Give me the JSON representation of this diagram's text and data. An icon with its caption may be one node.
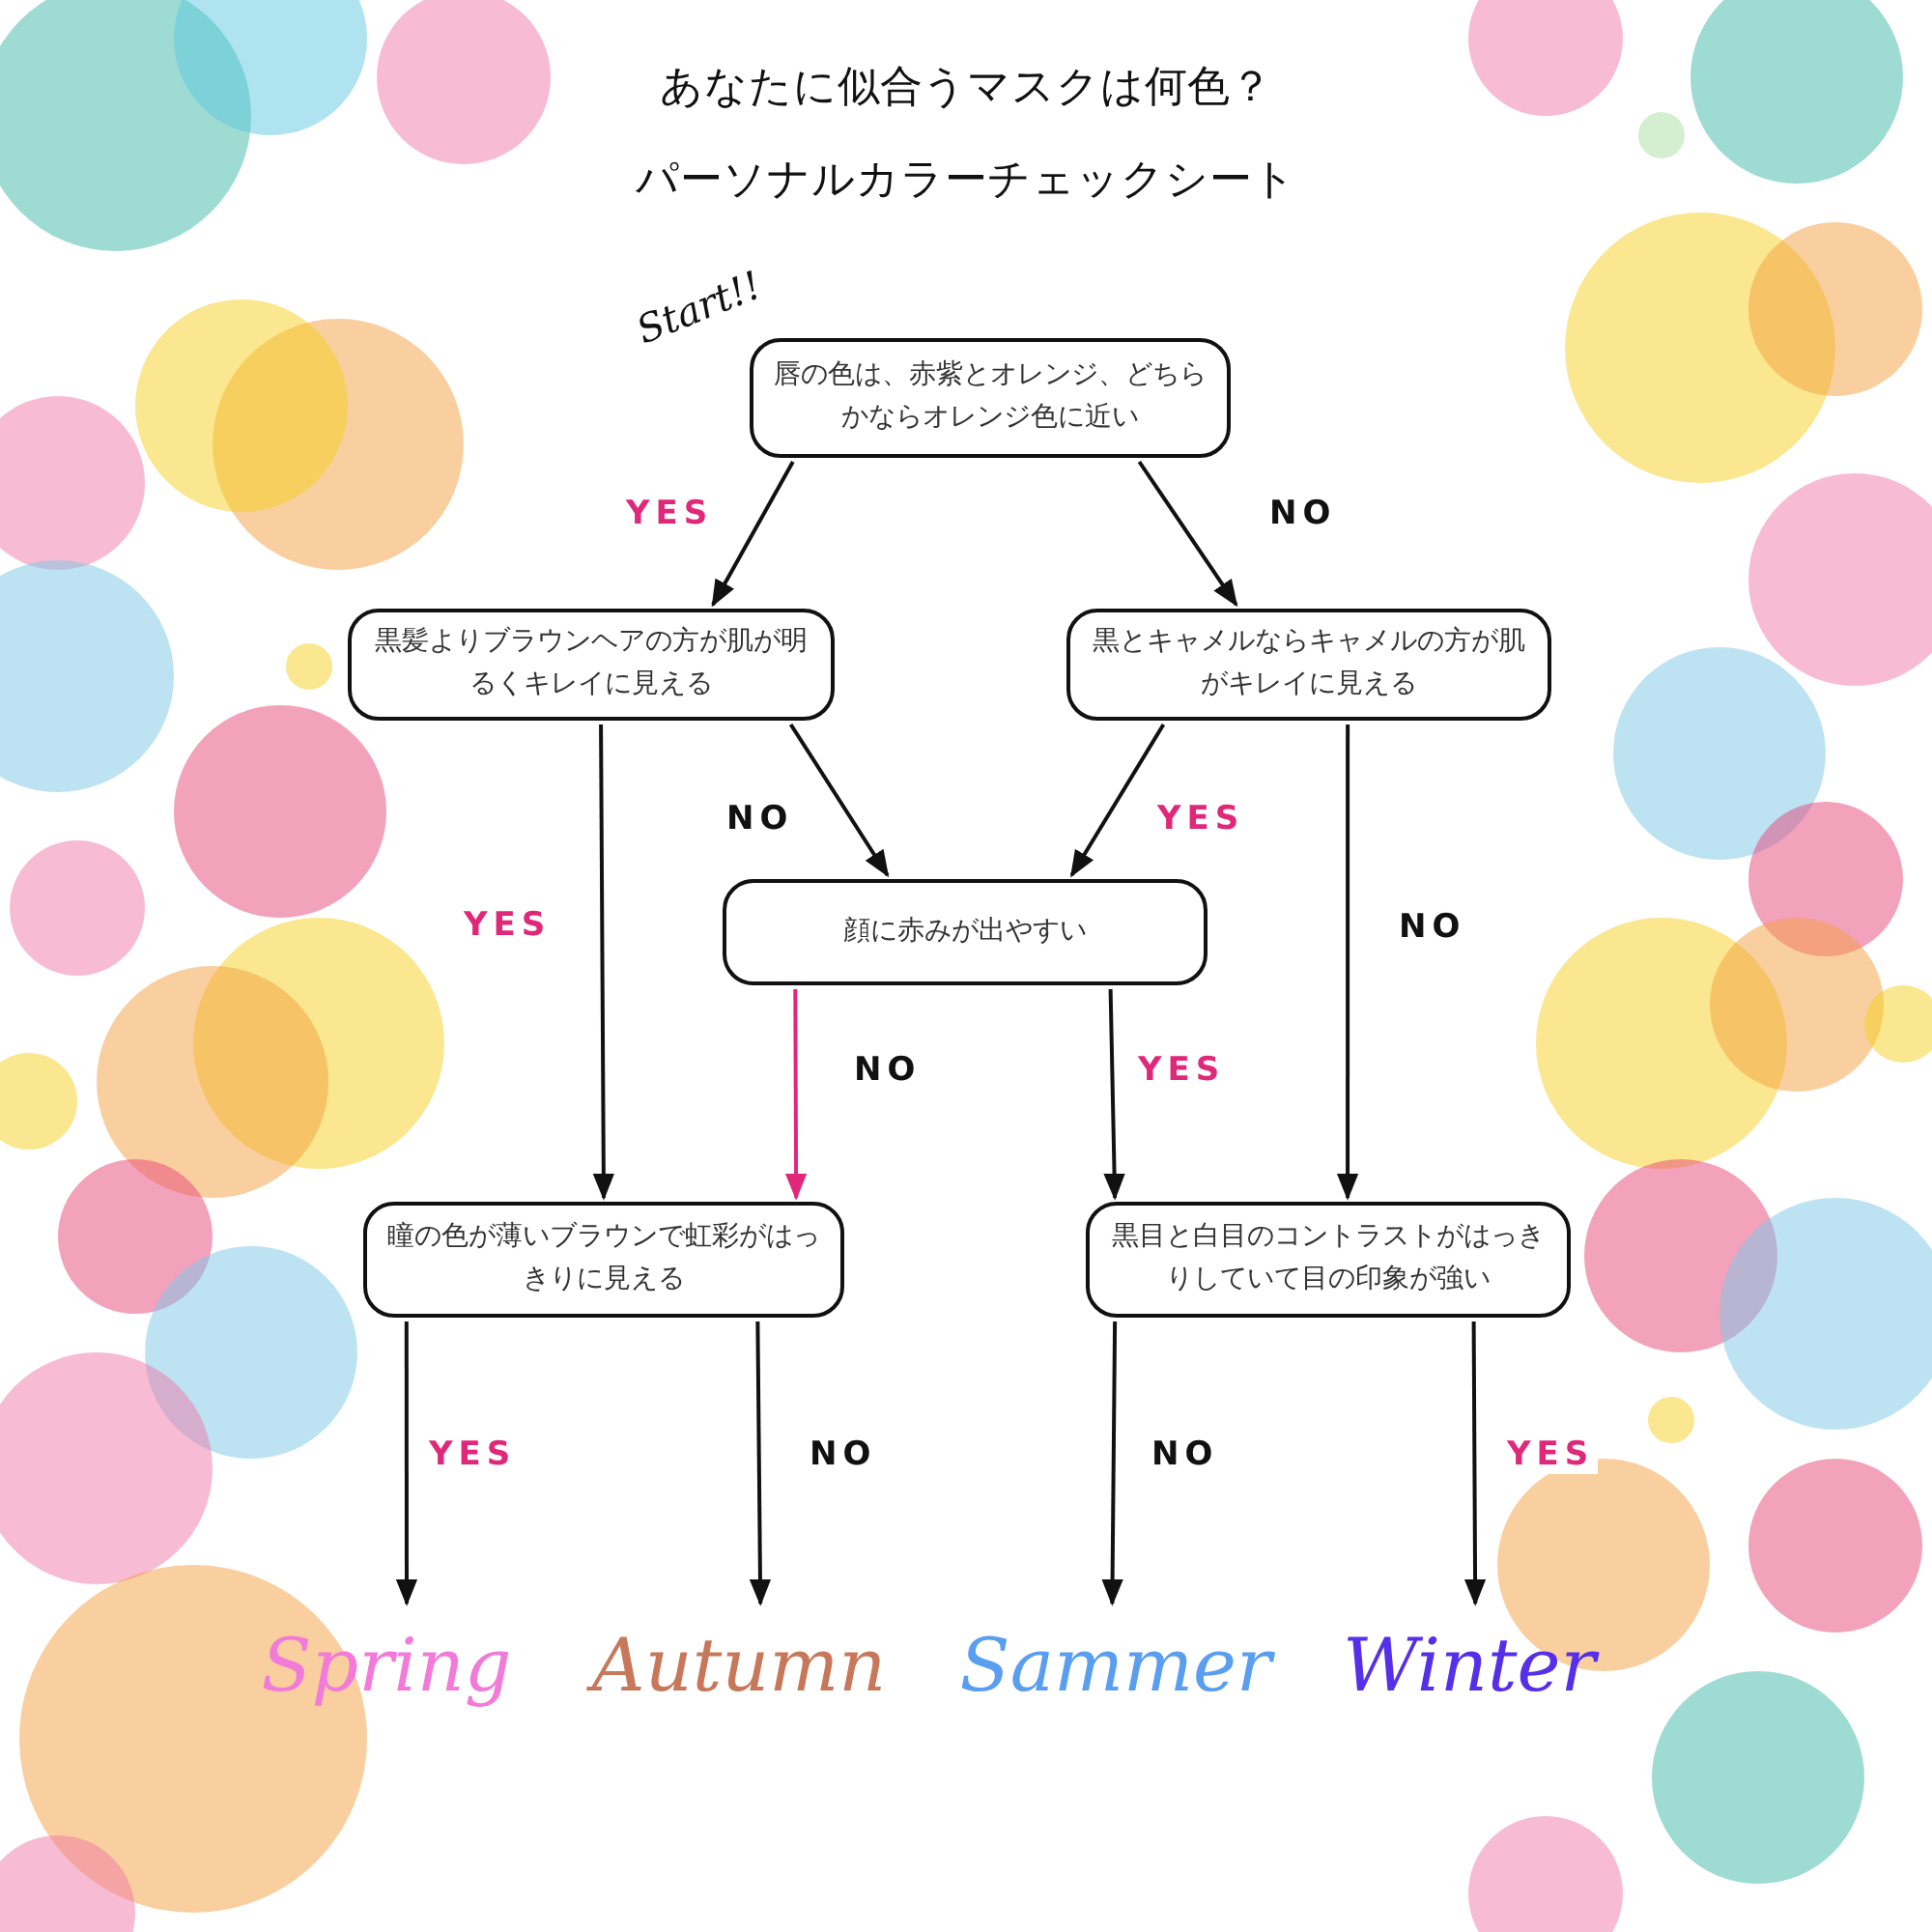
{
  "diagram": {
    "title": "あなたに似合うマスクは何色？",
    "nodes": [
      {
        "text": [
          "唇の色は、赤紫とオレンジ、どちらかならオレンジ色に近い"
        ],
        "beside": [
          "Start!!"
        ]
      },
      {
        "text": [
          "黒髪よりブラウンヘアの方が肌が明るくキレイに見える"
        ]
      },
      {
        "text": [
          "黒とキャメルならキャメルの方が肌がキレイに見える"
        ]
      },
      {
        "text": [
          "顔に赤みが出やすい"
        ]
      },
      {
        "text": [
          "瞳の色が薄いブラウンで虹彩がはっきりに見える"
        ]
      },
      {
        "text": [
          "黒目と白目のコントラストがはっきりしていて目の印象が強い"
        ]
      },
      {
        "text": [
          "Spring"
        ]
      },
      {
        "text": [
          "Autumn"
        ]
      },
      {
        "text": [
          "Sammer"
        ]
      },
      {
        "text": [
          "Winter"
        ]
      }
    ],
    "edges": [
      {
        "from": 0,
        "to": 1,
        "arrow": "to",
        "label": "YES"
      },
      {
        "from": 0,
        "to": 2,
        "arrow": "to",
        "label": "NO"
      },
      {
        "from": 1,
        "to": 4,
        "arrow": "to",
        "label": "YES"
      },
      {
        "from": 1,
        "to": 3,
        "arrow": "to",
        "label": "NO"
      },
      {
        "from": 2,
        "to": 3,
        "arrow": "to",
        "label": "YES"
      },
      {
        "from": 2,
        "to": 5,
        "arrow": "to",
        "label": "NO"
      },
      {
        "from": 3,
        "to": 4,
        "arrow": "to",
        "label": "NO",
        "color": "#e0287a"
      },
      {
        "from": 3,
        "to": 5,
        "arrow": "to",
        "label": "YES"
      },
      {
        "from": 4,
        "to": 6,
        "arrow": "to",
        "label": "YES"
      },
      {
        "from": 4,
        "to": 7,
        "arrow": "to",
        "label": "NO"
      },
      {
        "from": 5,
        "to": 8,
        "arrow": "to",
        "label": "NO"
      },
      {
        "from": 5,
        "to": 9,
        "arrow": "to",
        "label": "YES"
      }
    ],
    "labels": [
      "パーソナルカラーチェックシート"
    ]
  }
}
